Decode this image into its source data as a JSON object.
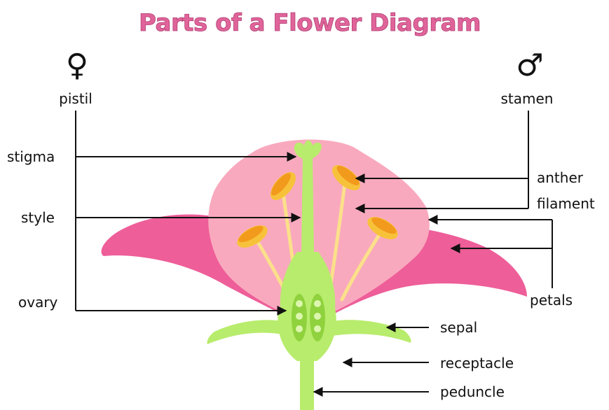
{
  "title": "Parts of a Flower Diagram",
  "groups": {
    "female": {
      "symbol": "♀",
      "label": "pistil"
    },
    "male": {
      "symbol": "♂",
      "label": "stamen"
    }
  },
  "labels": {
    "stigma": "stigma",
    "style": "style",
    "ovary": "ovary",
    "anther": "anther",
    "filament": "filament",
    "petals": "petals",
    "sepal": "sepal",
    "receptacle": "receptacle",
    "peduncle": "peduncle"
  },
  "colors": {
    "title": "#e0649a",
    "petal_back": "#f9a9be",
    "petal_side": "#ee5e99",
    "stem": "#b8ec6c",
    "stem_dark": "#8fd23e",
    "anther": "#f7c23a",
    "anther_dark": "#f29a1c",
    "filament": "#fbe08a"
  }
}
